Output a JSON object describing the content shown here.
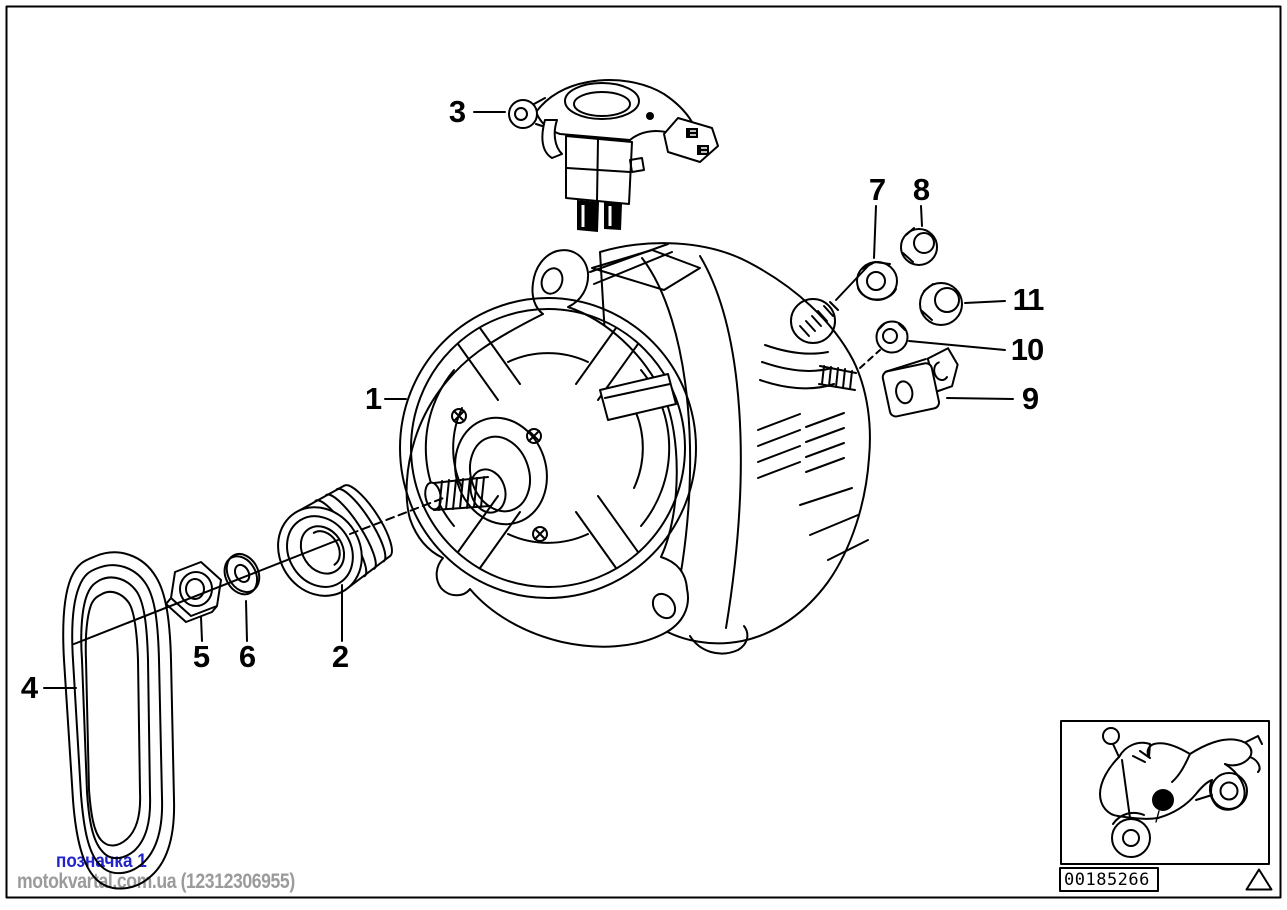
{
  "diagram": {
    "callouts": [
      {
        "label": "1"
      },
      {
        "label": "2"
      },
      {
        "label": "3"
      },
      {
        "label": "4"
      },
      {
        "label": "5"
      },
      {
        "label": "6"
      },
      {
        "label": "7"
      },
      {
        "label": "8"
      },
      {
        "label": "9"
      },
      {
        "label": "10"
      },
      {
        "label": "11"
      }
    ]
  },
  "watermark": {
    "mark": "позначка 1",
    "site": "motokvartal.com.ua (12312306955)"
  },
  "footer": {
    "image_number": "00185266"
  },
  "icons": {
    "motorcycle": "motorcycle-location-icon",
    "triangle": "triangle-marker-icon",
    "location_dot": "part-location-dot"
  },
  "colors": {
    "line": "#000000",
    "background": "#ffffff",
    "watermark_mark": "#2323cc",
    "watermark_site": "#9b9b9b"
  }
}
